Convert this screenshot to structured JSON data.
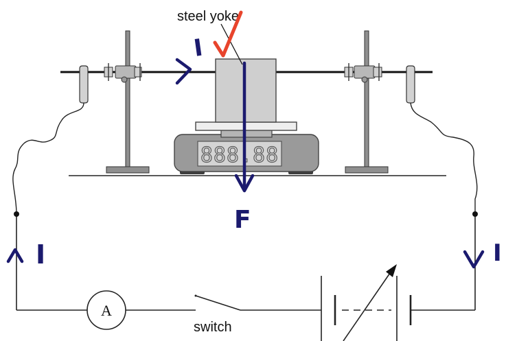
{
  "labels": {
    "yoke": "steel yoke",
    "switch": "switch",
    "ammeter": "A",
    "display": "888.88"
  },
  "annotations": {
    "current_top": "I",
    "current_left": "I",
    "current_right": "I",
    "force": "F"
  },
  "colors": {
    "ink": "#1b1a6e",
    "tick": "#e8442c",
    "wire": "#222222",
    "metal": "#cfcfcf",
    "balance": "#9a9a9a"
  },
  "icons": {
    "tick": "checkmark-icon",
    "ammeter": "ammeter-symbol",
    "battery": "variable-battery-symbol",
    "switch": "open-switch-symbol"
  }
}
